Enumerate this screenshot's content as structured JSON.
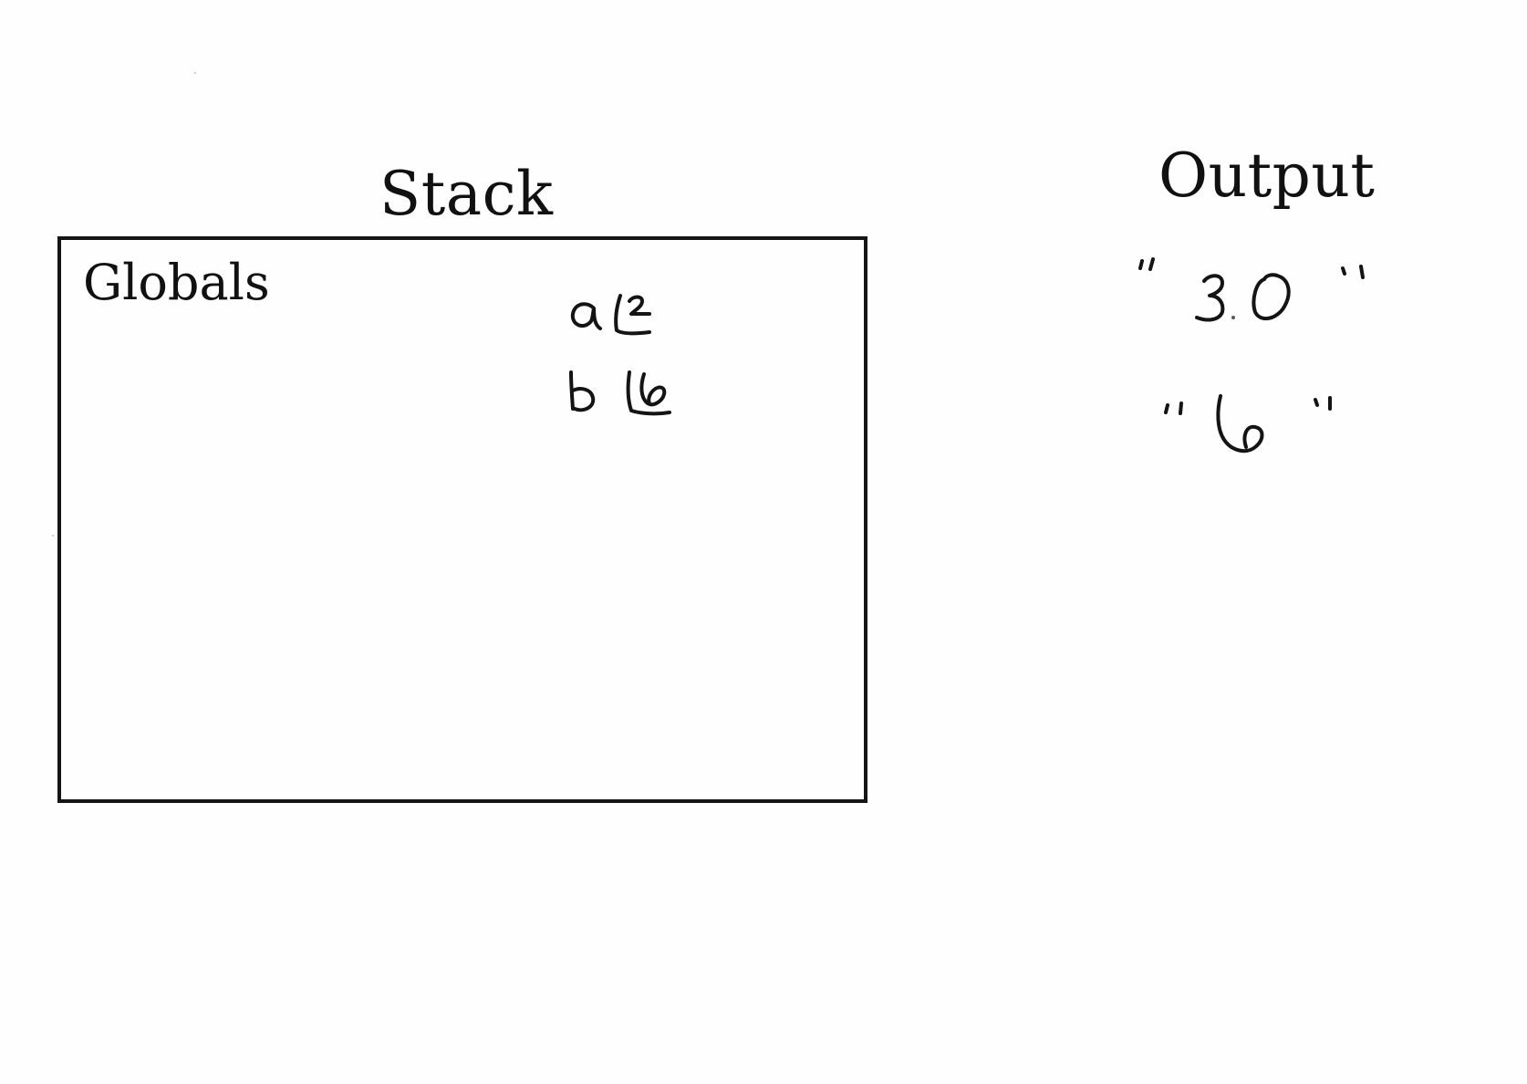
{
  "stack": {
    "title": "Stack",
    "frames": [
      {
        "label": "Globals",
        "variables": [
          {
            "name": "a",
            "value": "2"
          },
          {
            "name": "b",
            "value": "6"
          }
        ]
      }
    ]
  },
  "output": {
    "title": "Output",
    "lines": [
      {
        "text": "\"3.0\"",
        "value": "3.0"
      },
      {
        "text": "\"6\"",
        "value": "6"
      }
    ]
  },
  "colors": {
    "ink": "#141414",
    "paper": "#fefefe",
    "border": "#151515"
  }
}
